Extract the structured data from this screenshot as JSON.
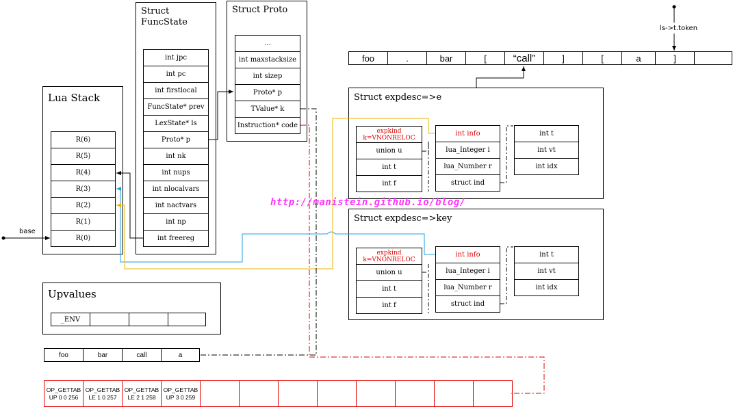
{
  "token_stream": [
    "foo",
    ".",
    "bar",
    "[",
    "“call”",
    "]",
    "[",
    "a",
    "]",
    ""
  ],
  "token_label": "ls->t.token",
  "funcstate": {
    "title": "Struct\nFuncState",
    "fields": [
      "int jpc",
      "int pc",
      "int firstlocal",
      "FuncState* prev",
      "LexState* ls",
      "Proto* p",
      "int nk",
      "int nups",
      "int nlocalvars",
      "int nactvars",
      "int np",
      "int freereg"
    ]
  },
  "proto": {
    "title": "Struct Proto",
    "fields": [
      "...",
      "int maxstacksize",
      "int sizep",
      "Proto* p",
      "TValue* k",
      "Instruction* code"
    ]
  },
  "lua_stack": {
    "title": "Lua Stack",
    "registers": [
      "R(6)",
      "R(5)",
      "R(4)",
      "R(3)",
      "R(2)",
      "R(1)",
      "R(0)"
    ],
    "base_label": "base"
  },
  "expdesc_e": {
    "title": "Struct expdesc=>e",
    "left": [
      "expkind\nk=VNONRELOC",
      "union u",
      "int t",
      "int f"
    ],
    "mid": [
      "int info",
      "lua_Integer i",
      "lua_Number r",
      "struct ind"
    ],
    "right": [
      "int t",
      "int vt",
      "int idx"
    ]
  },
  "expdesc_key": {
    "title": "Struct expdesc=>key",
    "left": [
      "expkind\nk=VNONRELOC",
      "union u",
      "int t",
      "int f"
    ],
    "mid": [
      "int info",
      "lua_Integer i",
      "lua_Number r",
      "struct ind"
    ],
    "right": [
      "int t",
      "int vt",
      "int idx"
    ]
  },
  "upvalues": {
    "title": "Upvalues",
    "cells": [
      "_ENV",
      "",
      "",
      ""
    ]
  },
  "constants": [
    "foo",
    "bar",
    "call",
    "a"
  ],
  "code": [
    {
      "op": "OP_GETTAB",
      "args": "UP 0 0 256"
    },
    {
      "op": "OP_GETTAB",
      "args": "LE 1 0 257"
    },
    {
      "op": "OP_GETTAB",
      "args": "LE 2 1 258"
    },
    {
      "op": "OP_GETTAB",
      "args": "UP 3 0 259"
    },
    {
      "op": "",
      "args": ""
    },
    {
      "op": "",
      "args": ""
    },
    {
      "op": "",
      "args": ""
    },
    {
      "op": "",
      "args": ""
    },
    {
      "op": "",
      "args": ""
    },
    {
      "op": "",
      "args": ""
    },
    {
      "op": "",
      "args": ""
    },
    {
      "op": "",
      "args": ""
    }
  ],
  "watermark": "http://manistein.github.io/blog/",
  "colors": {
    "red": "#e00000",
    "blue": "#1ea0e0",
    "orange": "#f0b400",
    "watermark": "#ff33ff"
  }
}
